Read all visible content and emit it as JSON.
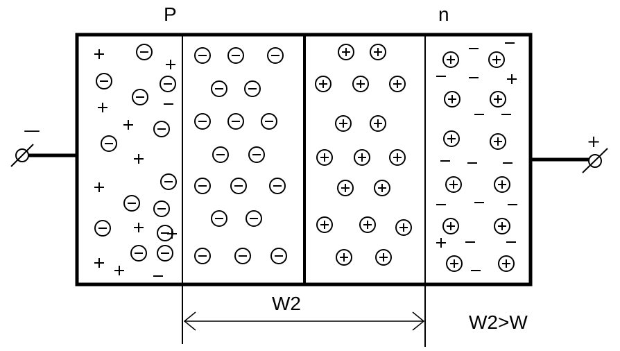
{
  "labels": {
    "p_side": "P",
    "n_side": "n",
    "width": "W2",
    "relation": "W2>W",
    "left_terminal_sign": "—",
    "right_terminal_sign": "+"
  },
  "symbols": {
    "negative_ion": "−",
    "positive_ion": "+",
    "hole": "+",
    "electron": "−"
  }
}
